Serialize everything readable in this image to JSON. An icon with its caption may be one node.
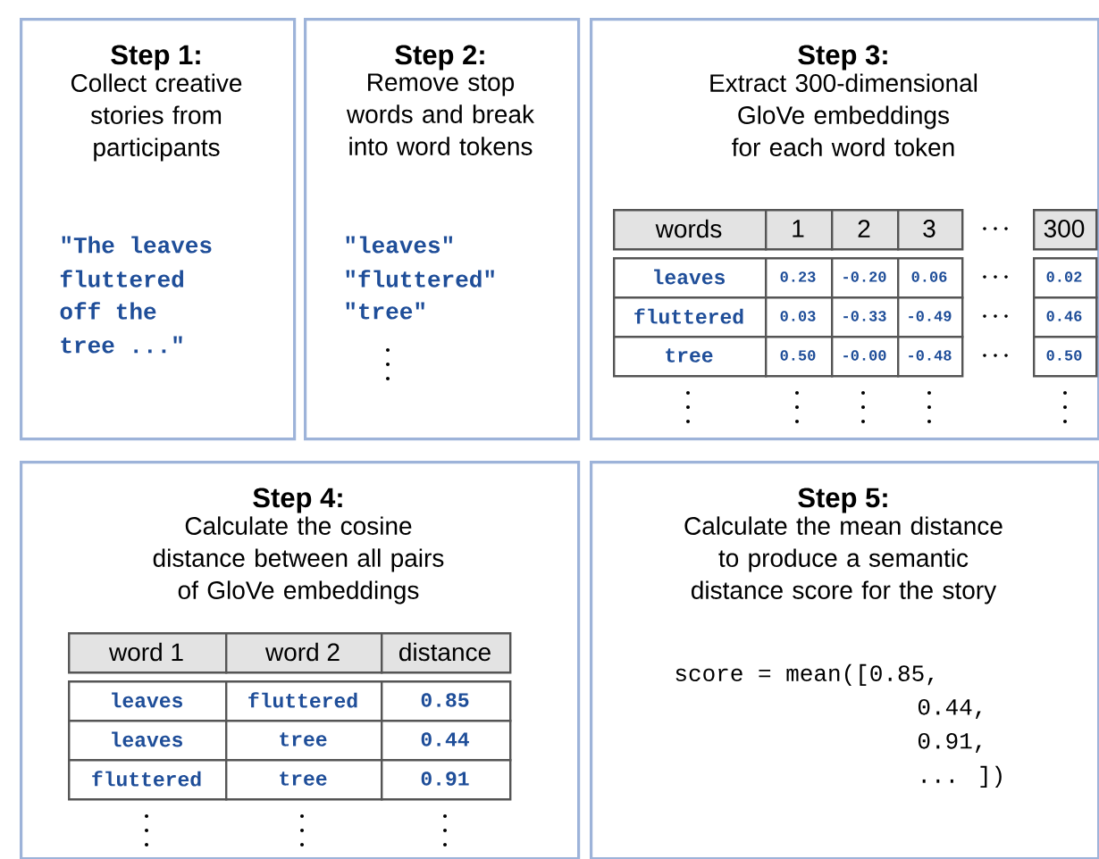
{
  "diagram": {
    "nodes": [
      {
        "text": [
          "Step 1:",
          "Collect creative stories from participants"
        ]
      },
      {
        "text": [
          "Step 2:",
          "Remove stop words and break into word tokens"
        ]
      },
      {
        "text": [
          "Step 3:",
          "Extract 300-dimensional GloVe embeddings for each word token"
        ]
      },
      {
        "text": [
          "Step 4:",
          "Calculate the cosine distance between all pairs of GloVe embeddings"
        ]
      },
      {
        "text": [
          "Step 5:",
          "Calculate the mean distance to produce a semantic distance score for the story"
        ]
      }
    ],
    "labels": [
      "\"The leaves",
      "fluttered",
      "off the",
      "tree ...\"",
      "\"leaves\"",
      "\"fluttered\"",
      "\"tree\"",
      "words",
      "1",
      "2",
      "3",
      "300",
      "leaves",
      "0.23",
      "-0.20",
      "0.06",
      "0.02",
      "fluttered",
      "0.03",
      "-0.33",
      "-0.49",
      "0.46",
      "tree",
      "0.50",
      "-0.00",
      "-0.48",
      "0.50",
      "word 1",
      "word 2",
      "distance",
      "leaves",
      "fluttered",
      "0.85",
      "leaves",
      "tree",
      "0.44",
      "fluttered",
      "tree",
      "0.91",
      "score = mean([0.85,",
      "0.44,",
      "0.91,",
      "...   ])"
    ]
  }
}
